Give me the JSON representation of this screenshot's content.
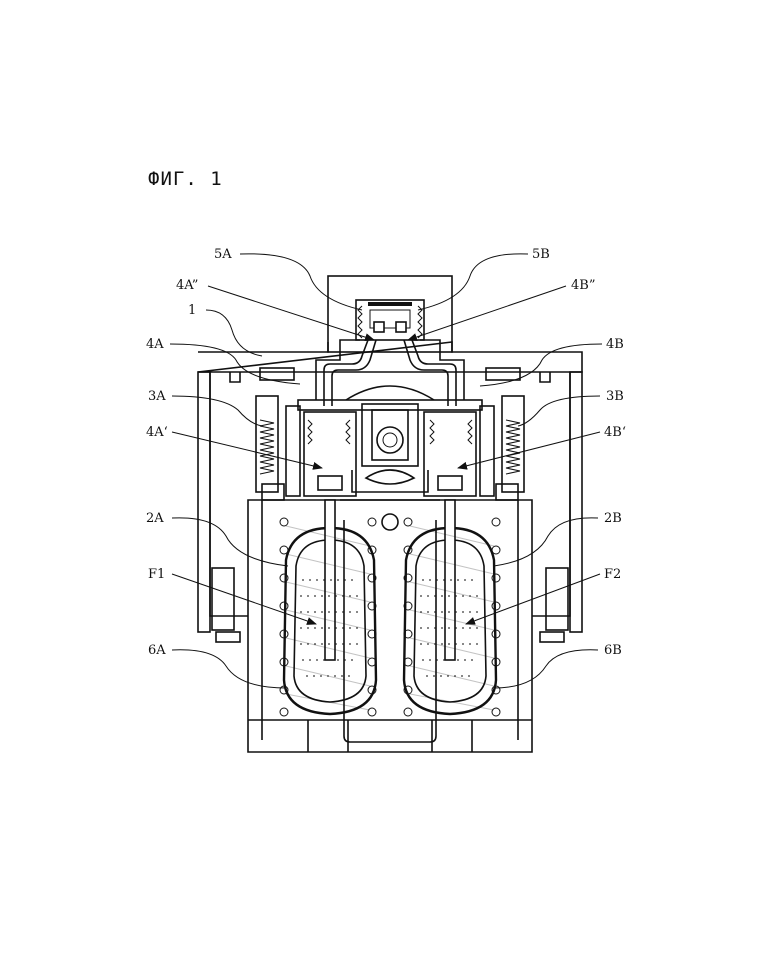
{
  "figure": {
    "title": "ФИГ. 1"
  },
  "labels": {
    "l5A": "5A",
    "l5B": "5B",
    "l4Add": "4A”",
    "l4Bdd": "4B”",
    "l1": "1",
    "l4A": "4A",
    "l4B": "4B",
    "l3A": "3A",
    "l3B": "3B",
    "l4Ad": "4A‘",
    "l4Bd": "4B‘",
    "l2A": "2A",
    "l2B": "2B",
    "lF1": "F1",
    "lF2": "F2",
    "l6A": "6A",
    "l6B": "6B"
  }
}
